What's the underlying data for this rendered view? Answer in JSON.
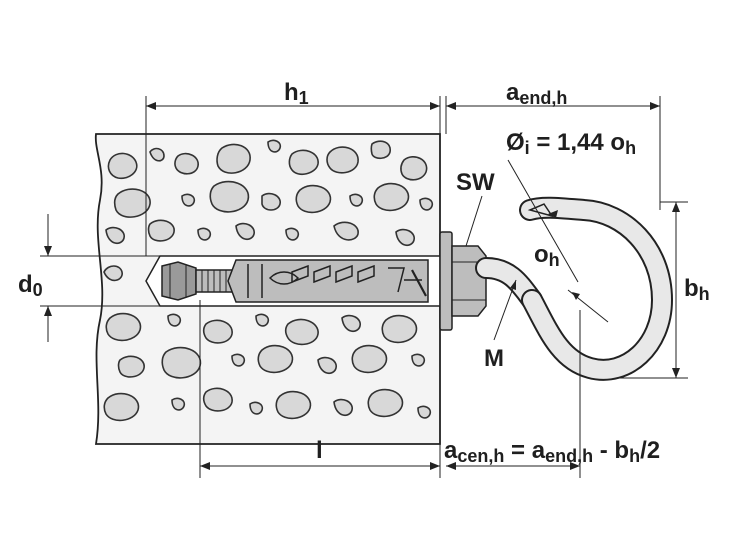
{
  "labels": {
    "h1": "h",
    "h1_sub": "1",
    "aend": "a",
    "aend_sub": "end,h",
    "oi_main": "Ø",
    "oi_sub": "i",
    "oi_eq": " = 1,44 o",
    "oi_sub2": "h",
    "sw": "SW",
    "oh": "o",
    "oh_sub": "h",
    "bh": "b",
    "bh_sub": "h",
    "d0": "d",
    "d0_sub": "0",
    "m": "M",
    "l": "l",
    "acen": "a",
    "acen_sub": "cen,h",
    "acen_eq": " = a",
    "acen_sub2": "end,h",
    "acen_tail": " - b",
    "acen_sub3": "h",
    "acen_end": "/2"
  },
  "colors": {
    "line": "#222222",
    "concrete": "#d8d8d8",
    "metal": "#bdbdbd",
    "background": "#ffffff"
  }
}
